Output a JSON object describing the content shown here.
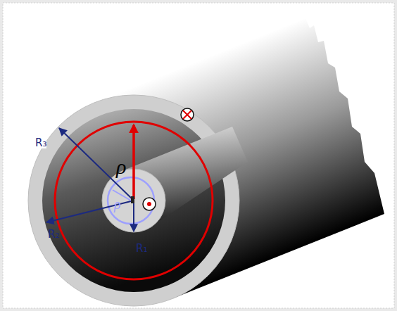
{
  "diagram": {
    "labels": [
      "R₃",
      "R₂",
      "R₁",
      "ρ",
      "ρ"
    ]
  }
}
